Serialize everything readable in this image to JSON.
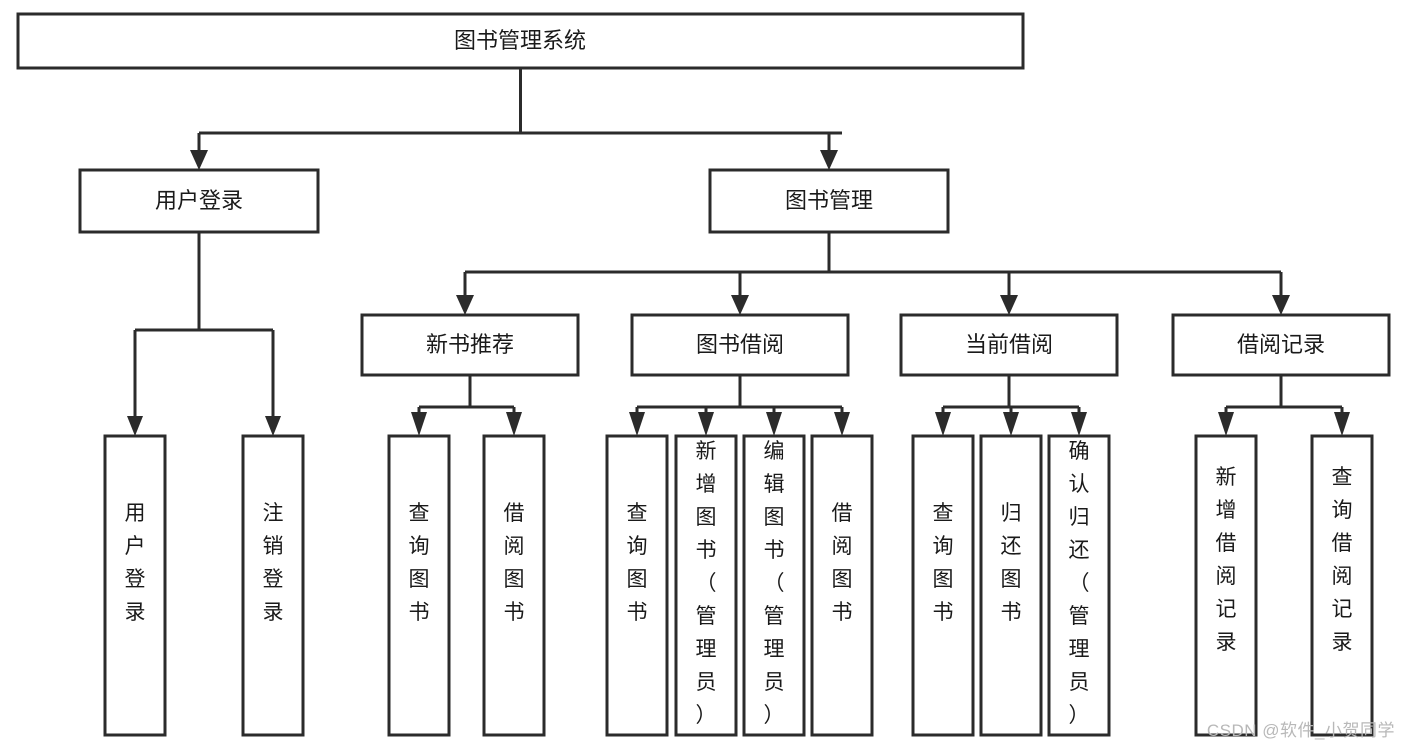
{
  "diagram": {
    "type": "tree-hierarchy-chart",
    "title_text": "图书管理系统",
    "watermark": "CSDN @软件_小贺同学",
    "colors": {
      "box_stroke": "#2b2b2b",
      "box_fill": "#ffffff",
      "text": "#1a1a1a",
      "background": "#ffffff",
      "watermark": "#b8b8b8"
    },
    "levels": {
      "root": {
        "label": "图书管理系统"
      },
      "level2": [
        {
          "label": "用户登录"
        },
        {
          "label": "图书管理"
        }
      ],
      "level3": [
        {
          "label": "新书推荐"
        },
        {
          "label": "图书借阅"
        },
        {
          "label": "当前借阅"
        },
        {
          "label": "借阅记录"
        }
      ],
      "leaves": {
        "user_login": [
          {
            "label": "用户登录"
          },
          {
            "label": "注销登录"
          }
        ],
        "new_book_recommend": [
          {
            "label": "查询图书"
          },
          {
            "label": "借阅图书"
          }
        ],
        "book_borrow": [
          {
            "label": "查询图书"
          },
          {
            "label": "新增图书（管理员）"
          },
          {
            "label": "编辑图书（管理员）"
          },
          {
            "label": "借阅图书"
          }
        ],
        "current_borrow": [
          {
            "label": "查询图书"
          },
          {
            "label": "归还图书"
          },
          {
            "label": "确认归还（管理员）"
          }
        ],
        "borrow_records": [
          {
            "label": "新增借阅记录"
          },
          {
            "label": "查询借阅记录"
          }
        ]
      }
    }
  }
}
